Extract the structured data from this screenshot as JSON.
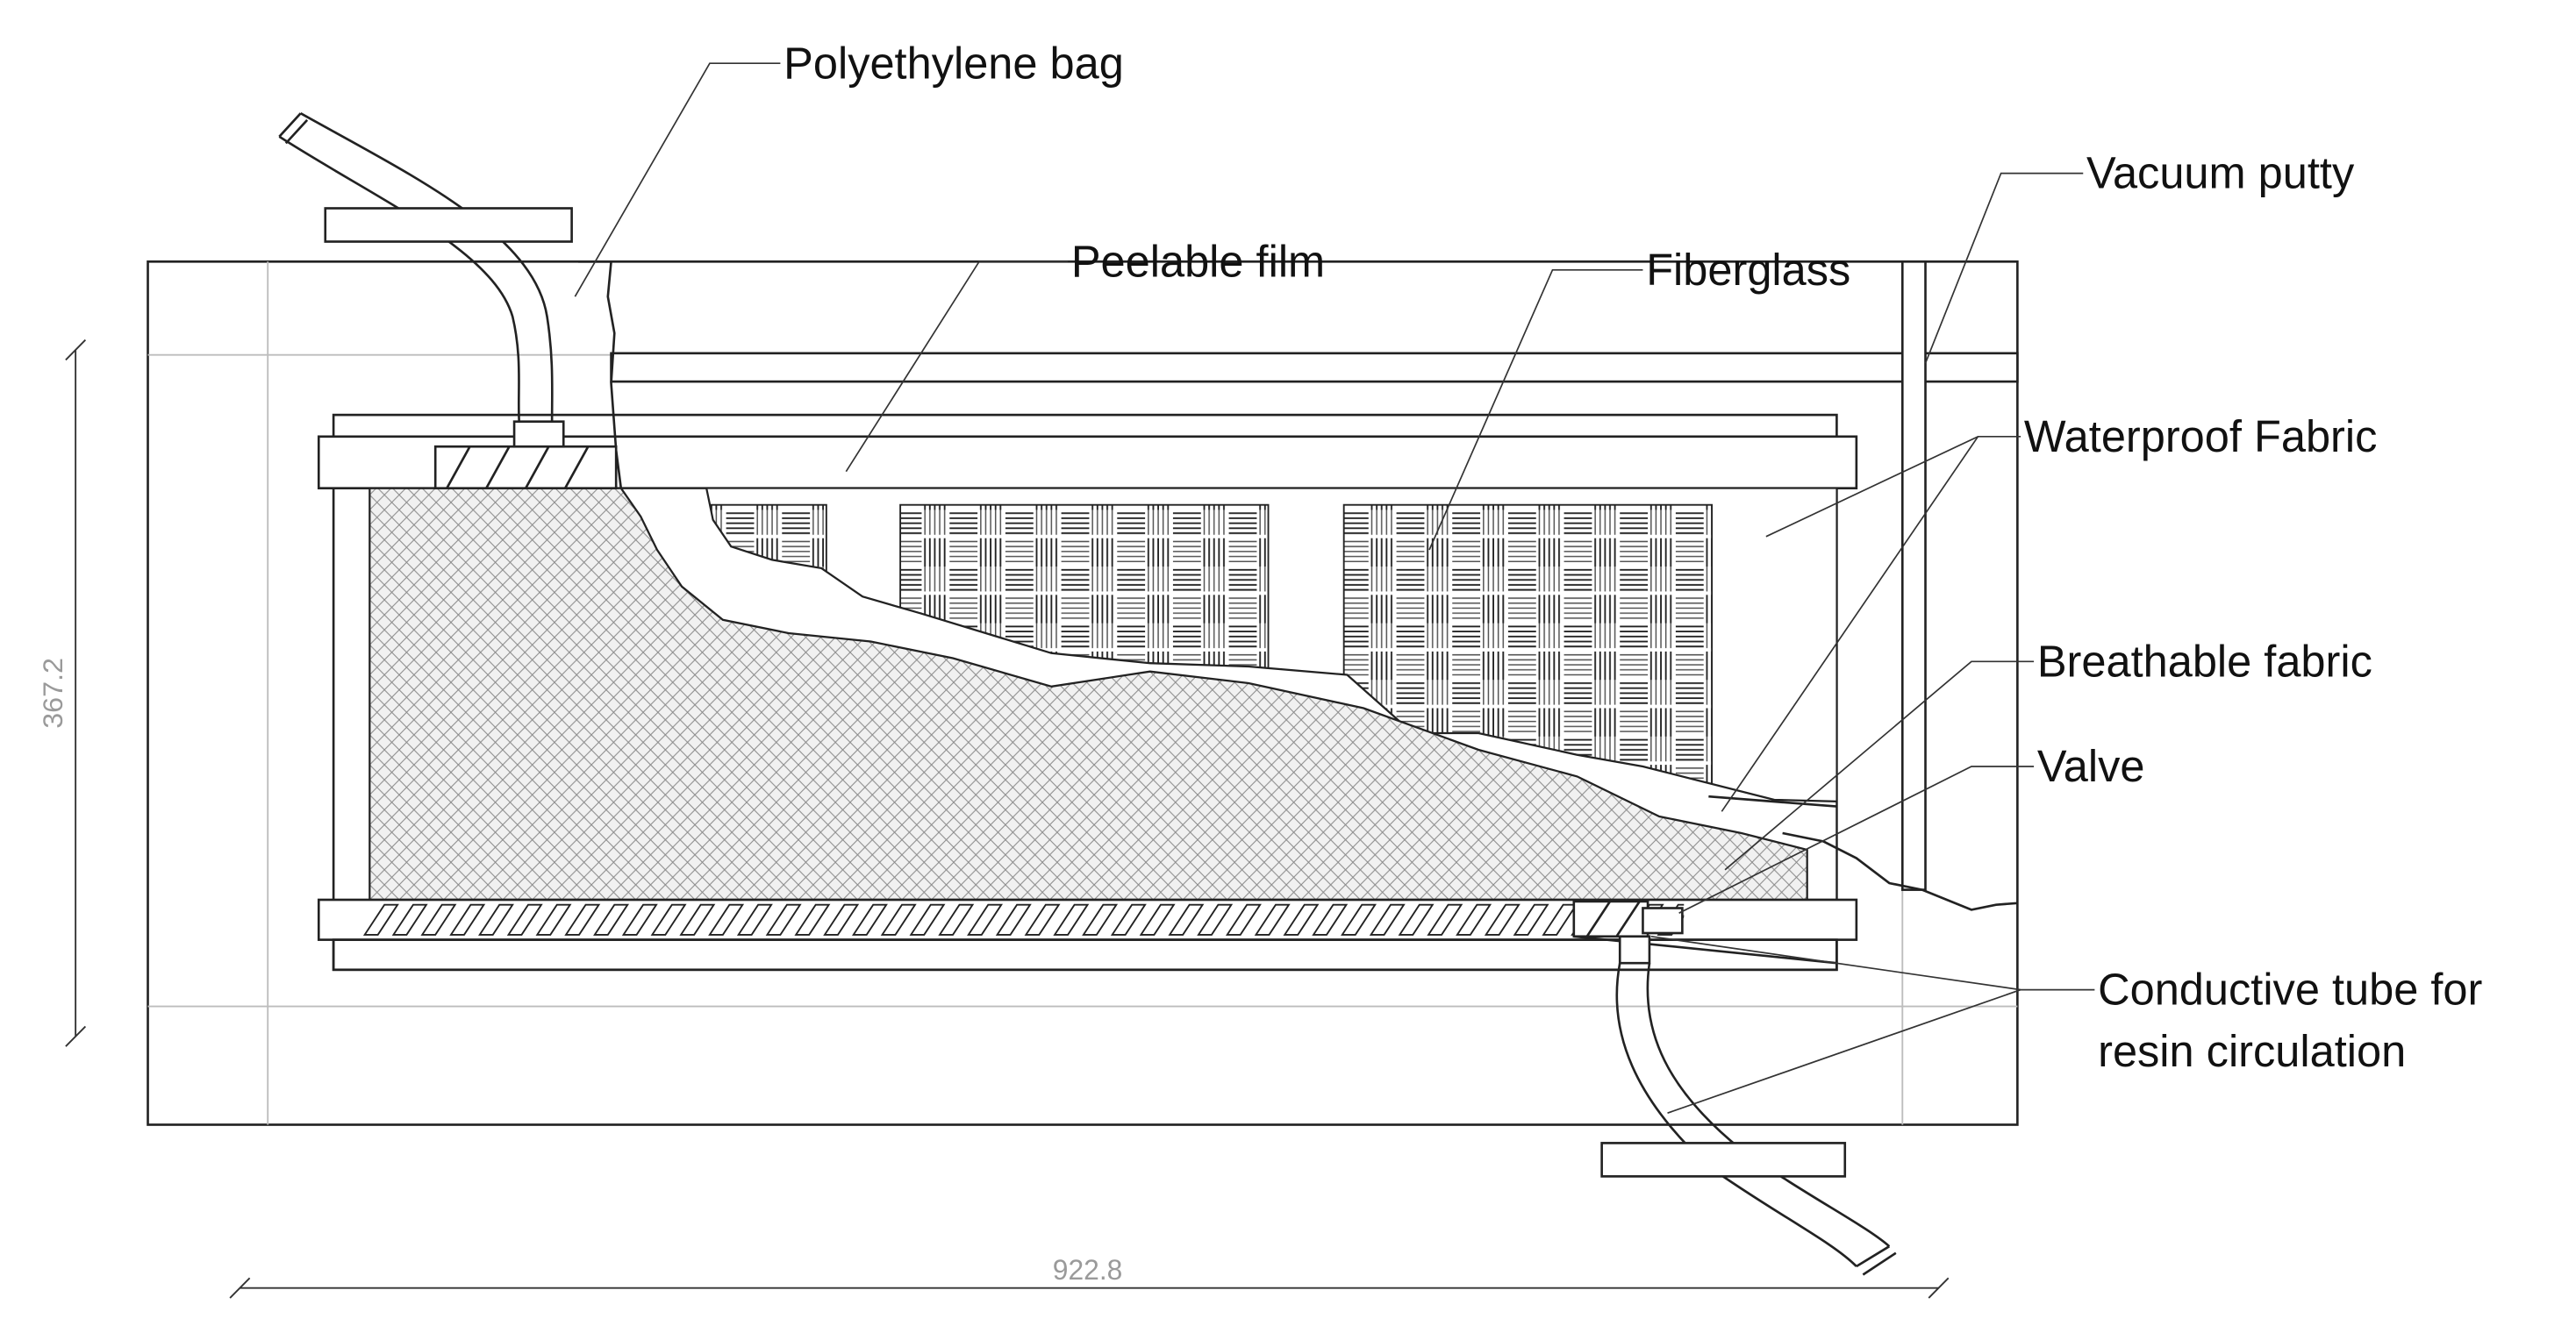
{
  "labels": {
    "polyethylene_bag": "Polyethylene bag",
    "peelable_film": "Peelable film",
    "fiberglass": "Fiberglass",
    "vacuum_putty": "Vacuum putty",
    "waterproof_fabric": "Waterproof Fabric",
    "breathable_fabric": "Breathable fabric",
    "valve": "Valve",
    "conductive_tube_line1": "Conductive tube for",
    "conductive_tube_line2": "resin circulation"
  },
  "dimensions": {
    "height": "367.2",
    "width": "922.8"
  }
}
